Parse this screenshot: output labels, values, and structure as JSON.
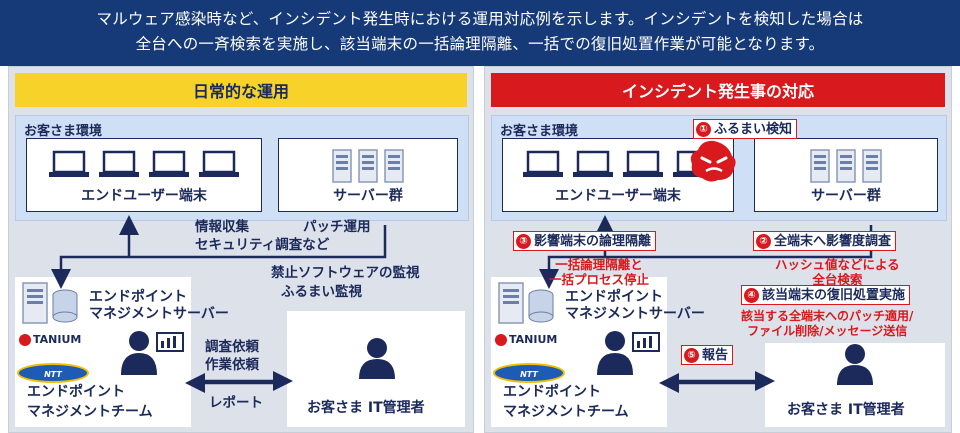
{
  "banner": {
    "line1": "マルウェア感染時など、インシデント発生時における運用対応例を示します。インシデントを検知した場合は",
    "line2": "全台への一斉検索を実施し、該当端末の一括論理隔離、一括での復旧処置作業が可能となります。"
  },
  "left": {
    "header": "日常的な運用",
    "env_label": "お客さま環境",
    "endpoint_box": "エンドユーザー端末",
    "server_box": "サーバー群",
    "collect_1": "情報収集",
    "collect_2": "セキュリティ調査など",
    "patch": "パッチ運用",
    "monitor_1": "禁止ソフトウェアの監視",
    "monitor_2": "ふるまい監視",
    "ems_1": "エンドポイント",
    "ems_2": "マネジメントサーバー",
    "team_1": "エンドポイント",
    "team_2": "マネジメントチーム",
    "request_1": "調査依頼",
    "request_2": "作業依頼",
    "report": "レポート",
    "it_admin": "お客さま IT管理者"
  },
  "right": {
    "header": "インシデント発生事の対応",
    "env_label": "お客さま環境",
    "endpoint_box": "エンドユーザー端末",
    "server_box": "サーバー群",
    "step1": "ふるまい検知",
    "step2": "全端末へ影響度調査",
    "step3": "影響端末の論理隔離",
    "step4": "該当端末の復旧処置実施",
    "step5": "報告",
    "n1": "①",
    "n2": "②",
    "n3": "③",
    "n4": "④",
    "n5": "⑤",
    "isolate_1": "一括論理隔離と",
    "isolate_2": "一括プロセス停止",
    "hash_1": "ハッシュ値などによる",
    "hash_2": "全台検索",
    "patch_1": "該当する全端末へのパッチ適用/",
    "patch_2": "ファイル削除/メッセージ送信",
    "ems_1": "エンドポイント",
    "ems_2": "マネジメントサーバー",
    "team_1": "エンドポイント",
    "team_2": "マネジメントチーム",
    "it_admin": "お客さま IT管理者"
  },
  "logos": {
    "tanium": "TANIUM",
    "ntt": "NTT Communications"
  },
  "colors": {
    "navy": "#163a78",
    "yellow": "#f7d32a",
    "red": "#d8191d",
    "env": "#cfe0f6"
  }
}
